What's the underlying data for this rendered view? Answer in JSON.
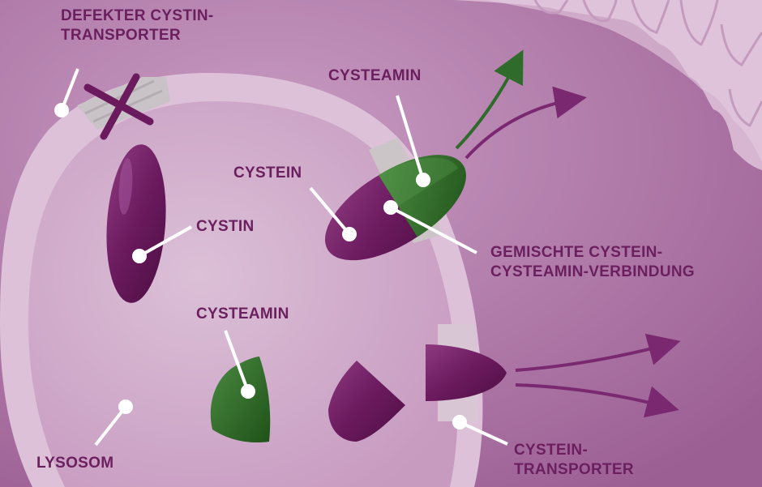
{
  "labels": {
    "defekter_transporter": [
      "DEFEKTER CYSTIN-",
      "TRANSPORTER"
    ],
    "cysteamin_top": "CYSTEAMIN",
    "cystein": "CYSTEIN",
    "cystin": "CYSTIN",
    "gemischte_verbindung": [
      "GEMISCHTE CYSTEIN-",
      "CYSTEAMIN-VERBINDUNG"
    ],
    "cysteamin_bottom": "CYSTEAMIN",
    "lysosom": "LYSOSOM",
    "cystein_transporter": [
      "CYSTEIN-",
      "TRANSPORTER"
    ]
  },
  "colors": {
    "text": "#6b1f5f",
    "cell": "#b07aa9",
    "lysosome": "#d3b2cf",
    "membrane": "#dcc1d8",
    "molecule_purple": "#6b1a5e",
    "molecule_green": "#2f6b2a",
    "transporter_gray": "#c6c0c4"
  },
  "icons": [
    "blocked-x-icon",
    "arrow-out-icon",
    "pointer-dot-icon"
  ]
}
